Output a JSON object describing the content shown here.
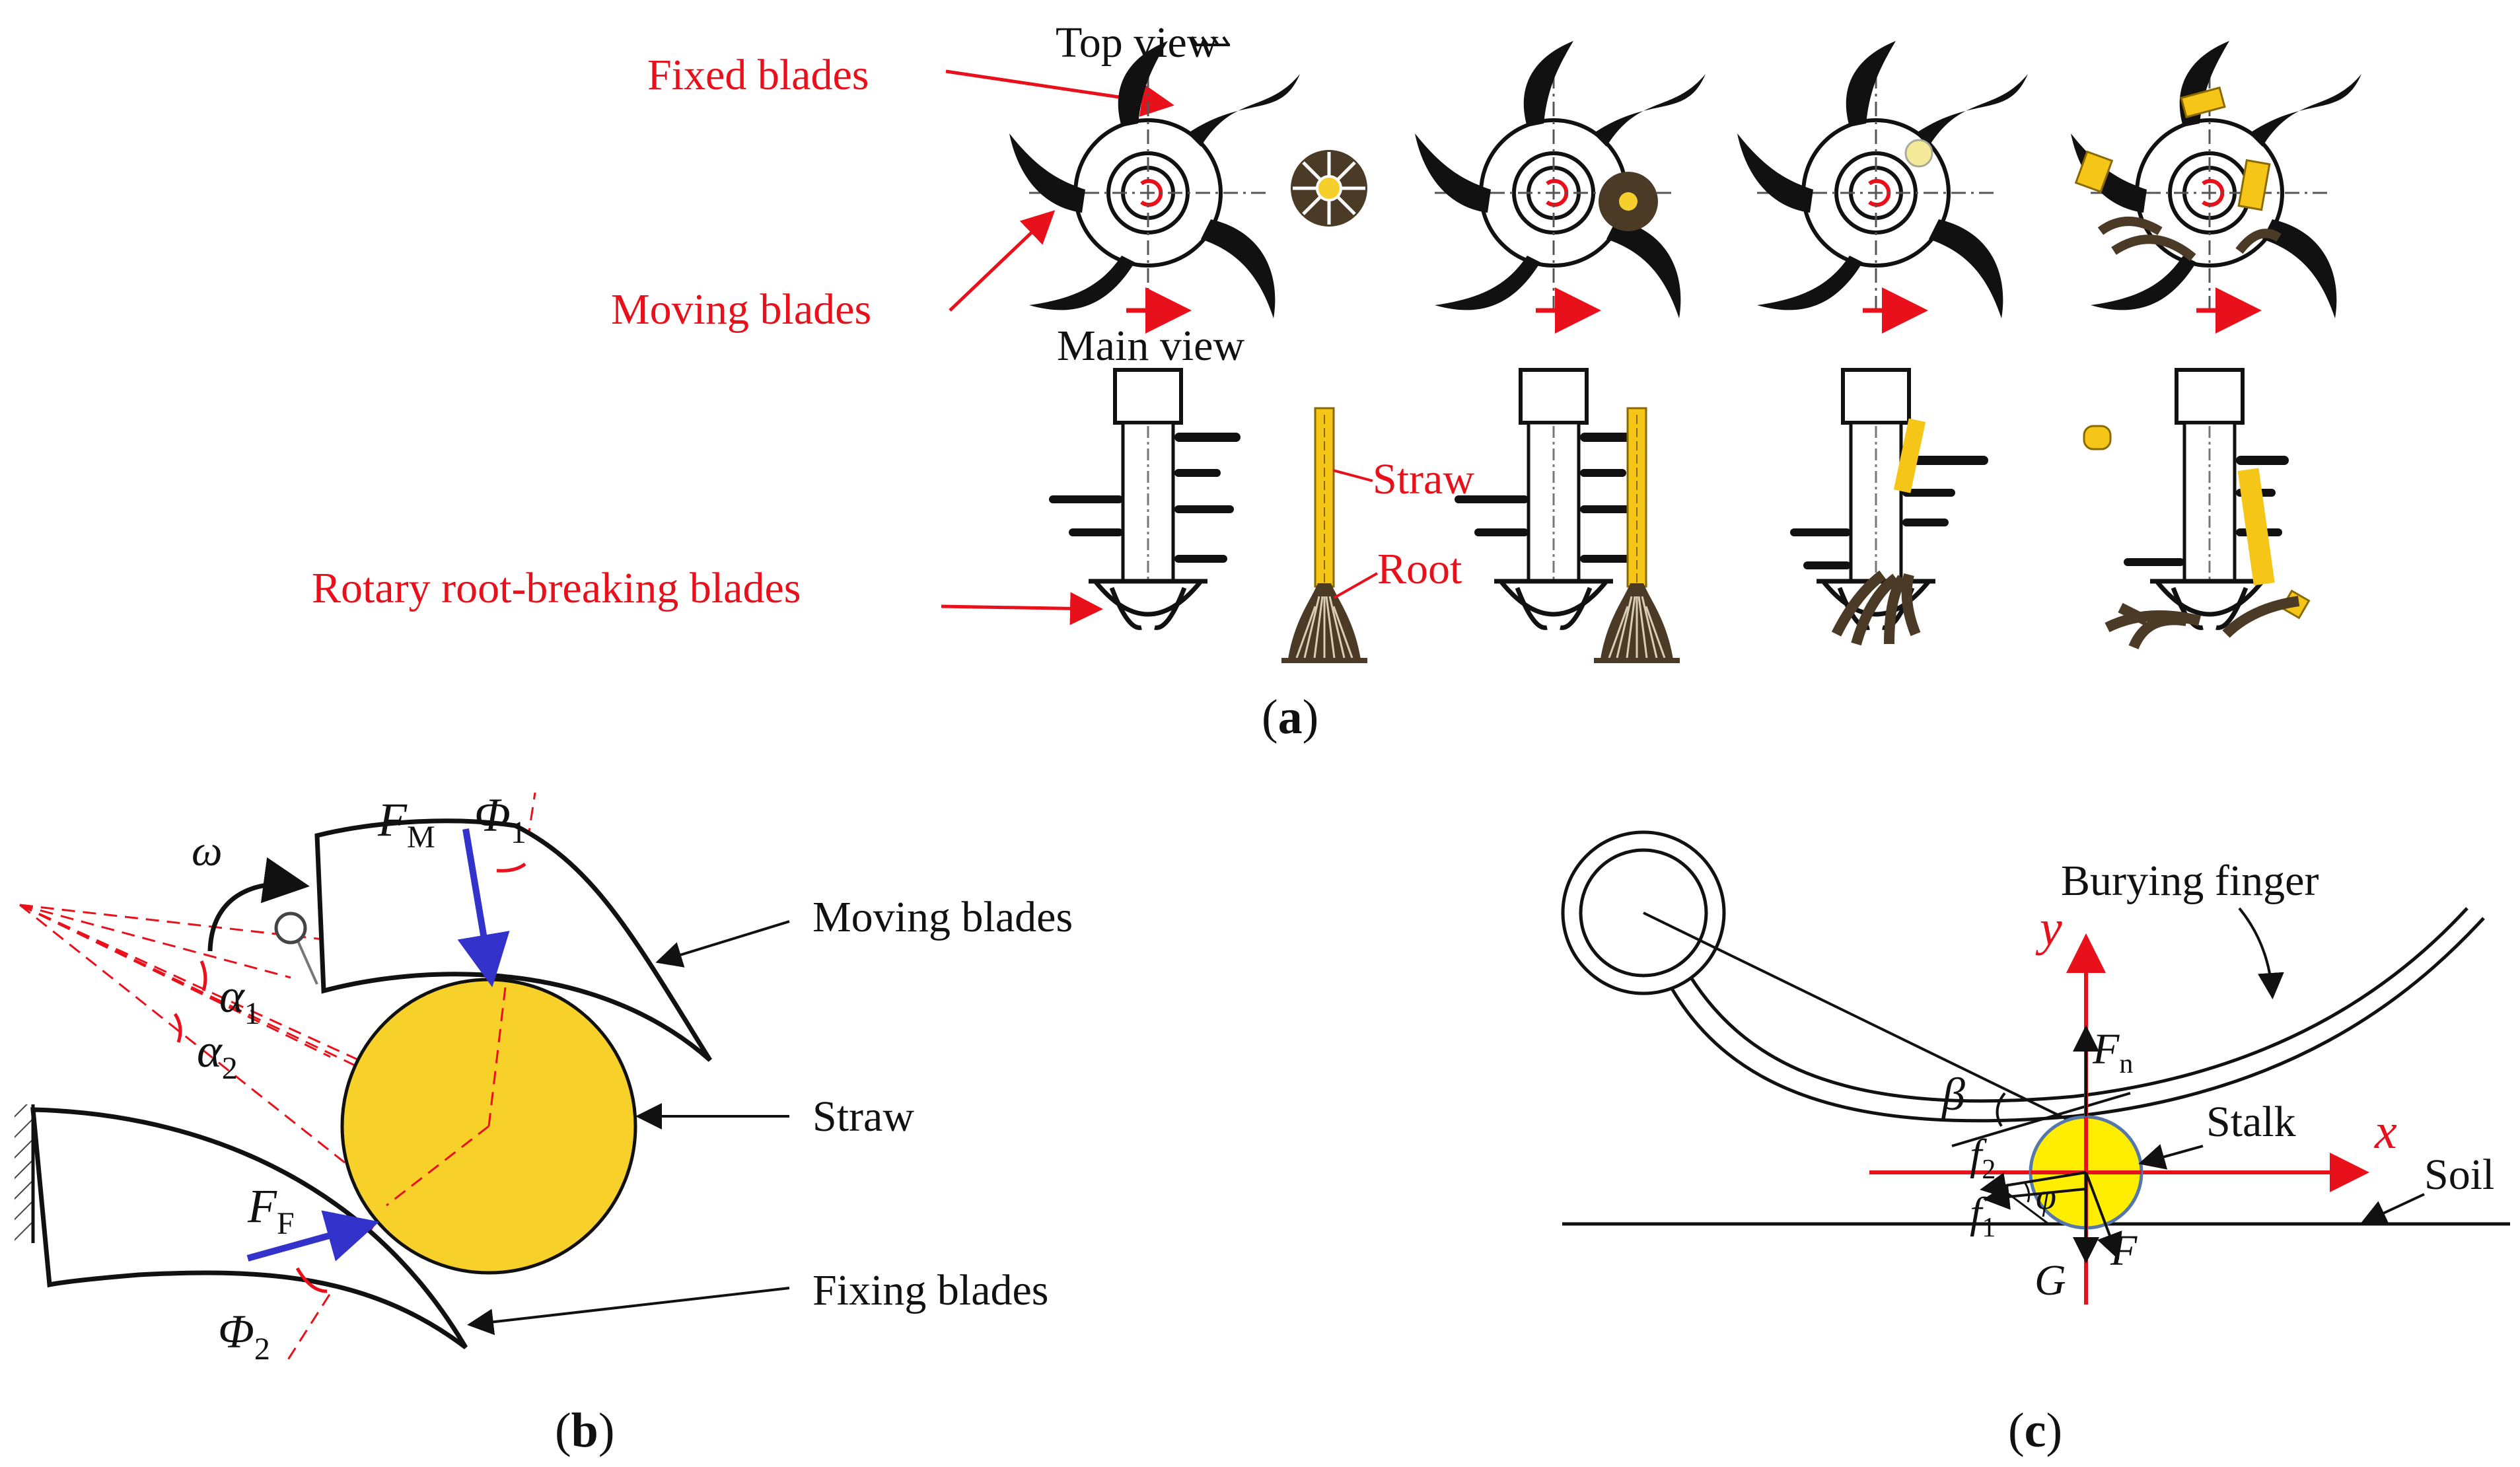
{
  "panel_a": {
    "top_view": "Top view",
    "main_view": "Main view",
    "fixed_blades": "Fixed blades",
    "moving_blades": "Moving blades",
    "rotary_blades": "Rotary root-breaking blades",
    "straw": "Straw",
    "root": "Root",
    "caption_open": "(",
    "caption_letter": "a",
    "caption_close": ")"
  },
  "panel_b": {
    "omega": "ω",
    "f_m": "F",
    "f_m_sub": "M",
    "phi1": "Φ",
    "phi1_sub": "1",
    "alpha1": "α",
    "alpha1_sub": "1",
    "alpha2": "α",
    "alpha2_sub": "2",
    "f_f": "F",
    "f_f_sub": "F",
    "phi2": "Φ",
    "phi2_sub": "2",
    "moving_blades": "Moving blades",
    "straw": "Straw",
    "fixing_blades": "Fixing blades",
    "caption_open": "(",
    "caption_letter": "b",
    "caption_close": ")"
  },
  "panel_c": {
    "burying_finger": "Burying finger",
    "y_axis": "y",
    "x_axis": "x",
    "fn": "F",
    "fn_sub": "n",
    "beta": "β",
    "stalk": "Stalk",
    "soil": "Soil",
    "f2": "f",
    "f2_sub": "2",
    "phi": "φ",
    "f1": "f",
    "f1_sub": "1",
    "g": "G",
    "f": "F",
    "caption_open": "(",
    "caption_letter": "c",
    "caption_close": ")"
  },
  "colors": {
    "label_red": "#e8101a",
    "straw_yellow": "#f5d02c",
    "stalk_yellow": "#ffee00",
    "root_brown": "#4a3a26",
    "force_blue": "#3333cc",
    "dashed_red": "#e8101a"
  }
}
